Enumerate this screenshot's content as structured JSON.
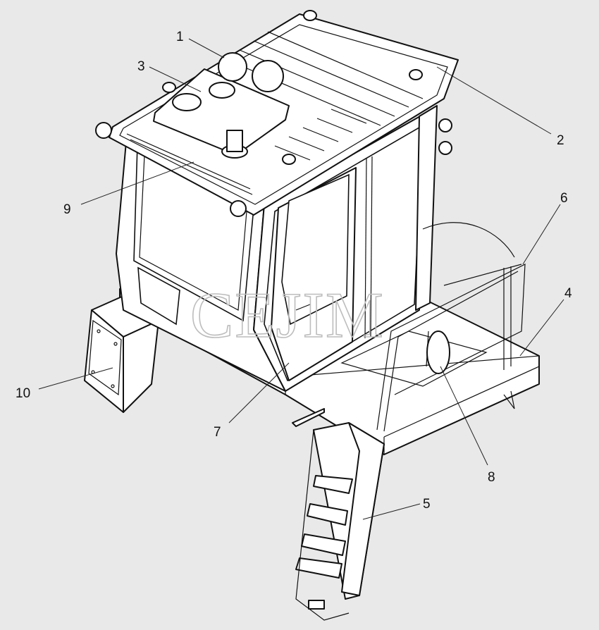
{
  "watermark": "CEJIM",
  "callouts": [
    {
      "id": "1",
      "label": "1"
    },
    {
      "id": "2",
      "label": "2"
    },
    {
      "id": "3",
      "label": "3"
    },
    {
      "id": "4",
      "label": "4"
    },
    {
      "id": "5",
      "label": "5"
    },
    {
      "id": "6",
      "label": "6"
    },
    {
      "id": "7",
      "label": "7"
    },
    {
      "id": "8",
      "label": "8"
    },
    {
      "id": "9",
      "label": "9"
    },
    {
      "id": "10",
      "label": "10"
    }
  ],
  "colors": {
    "background": "#e9e9e9",
    "line": "#111111",
    "fill": "#ffffff",
    "watermark": "#bdbdbd"
  }
}
